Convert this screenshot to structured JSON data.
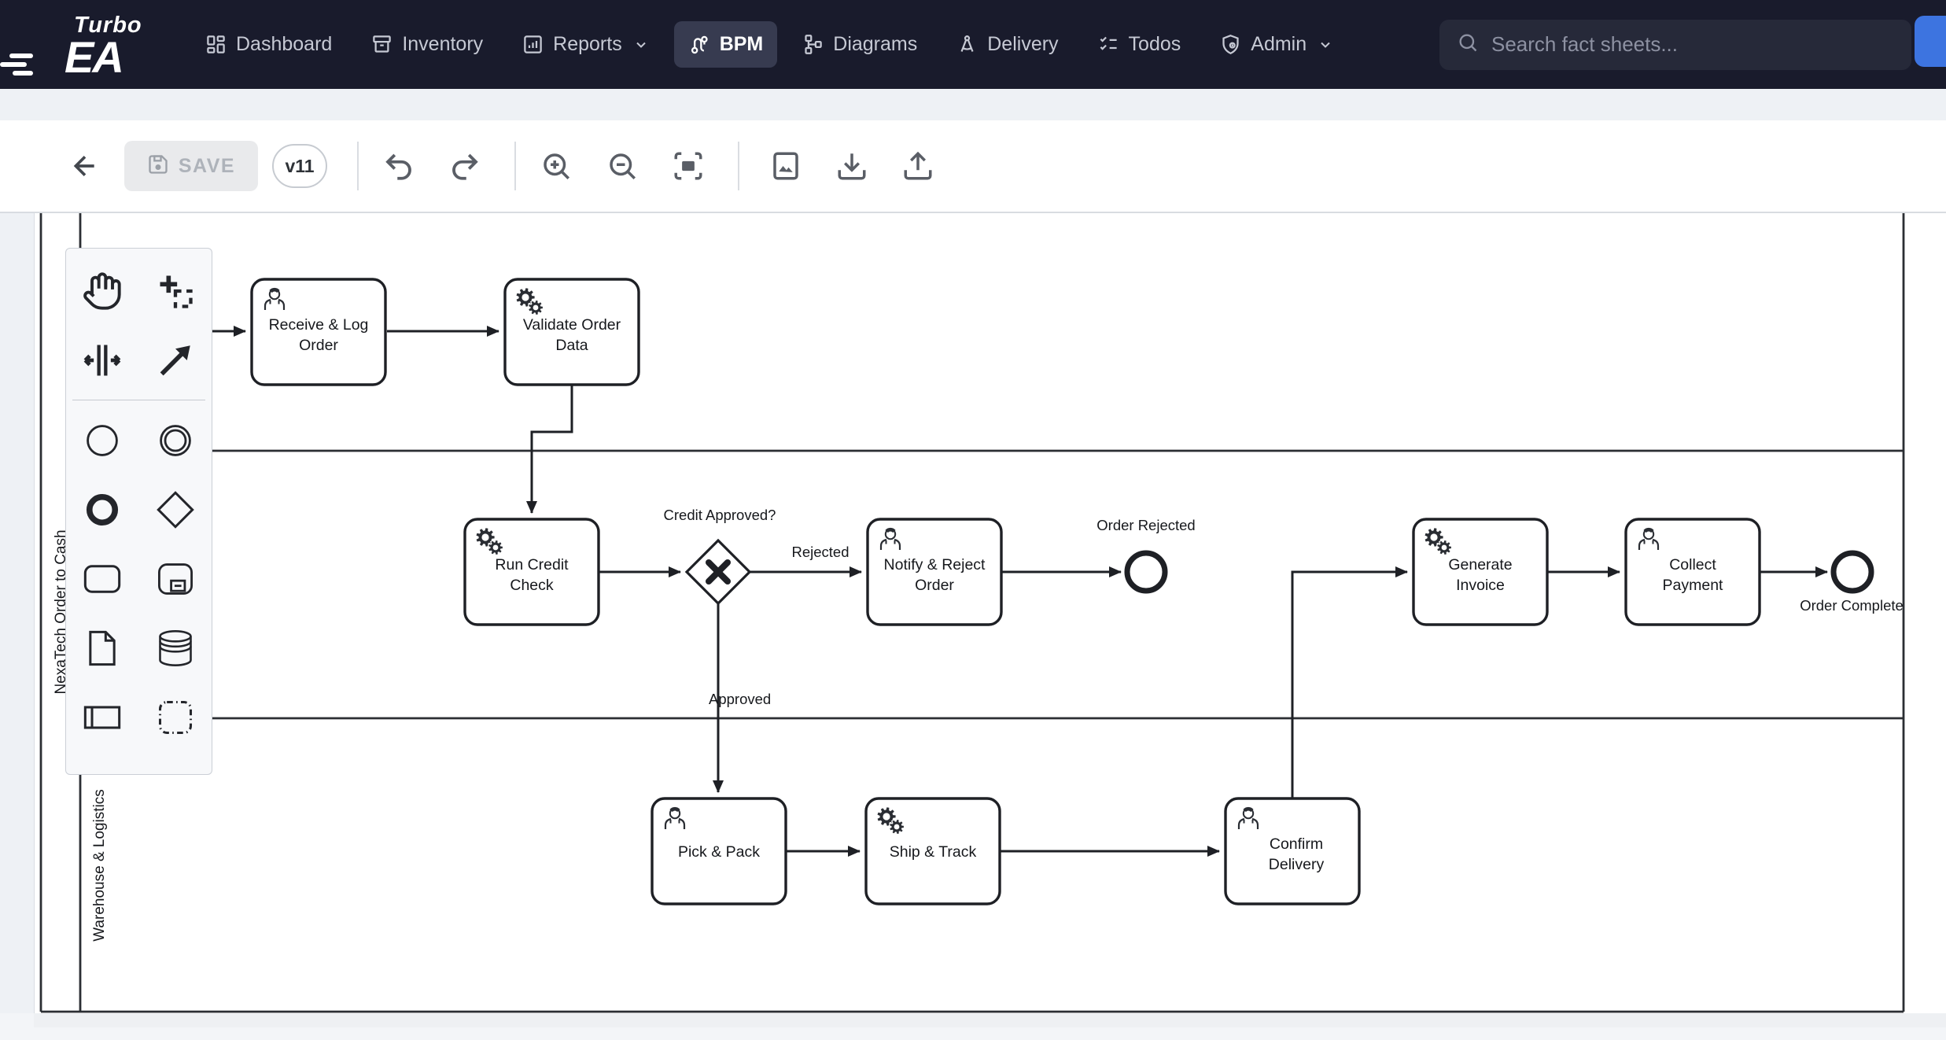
{
  "nav": {
    "brand_top": "Turbo",
    "brand_bottom": "EA",
    "items": [
      {
        "label": "Dashboard",
        "active": false
      },
      {
        "label": "Inventory",
        "active": false
      },
      {
        "label": "Reports",
        "active": false,
        "has_chevron": true
      },
      {
        "label": "BPM",
        "active": true
      },
      {
        "label": "Diagrams",
        "active": false
      },
      {
        "label": "Delivery",
        "active": false
      },
      {
        "label": "Todos",
        "active": false
      },
      {
        "label": "Admin",
        "active": false,
        "has_chevron": true
      }
    ],
    "search_placeholder": "Search fact sheets..."
  },
  "toolbar": {
    "save_label": "SAVE",
    "version_label": "v11"
  },
  "icons": {
    "nav": [
      "dashboard-grid",
      "inventory-box",
      "reports-chart",
      "bpm-flow",
      "diagrams-network",
      "delivery-compass",
      "todos-checklist",
      "admin-shield",
      "search-magnifier"
    ],
    "toolbar": [
      "back-arrow",
      "save-floppy",
      "undo",
      "redo",
      "zoom-in",
      "zoom-out",
      "fit-view",
      "image",
      "download",
      "upload"
    ],
    "palette": [
      "hand-tool",
      "lasso-tool",
      "space-tool",
      "connect-tool",
      "start-event",
      "intermediate-event",
      "end-event",
      "gateway",
      "task",
      "subprocess",
      "data-object",
      "data-store",
      "participant",
      "group"
    ]
  },
  "colors": {
    "navbar_bg": "#191b2c",
    "nav_active_bg": "#373b50",
    "accent_blue": "#3d74e0",
    "page_bg": "#eef1f5",
    "diagram_stroke": "#1e2025"
  },
  "diagram": {
    "pool_label": "NexaTech Order to Cash",
    "lane_label": "Warehouse & Logistics",
    "tasks": {
      "receive": {
        "type": "user",
        "lines": [
          "Receive & Log",
          "Order"
        ]
      },
      "validate": {
        "type": "service",
        "lines": [
          "Validate Order",
          "Data"
        ]
      },
      "credit": {
        "type": "service",
        "lines": [
          "Run Credit",
          "Check"
        ]
      },
      "notify": {
        "type": "user",
        "lines": [
          "Notify & Reject",
          "Order"
        ]
      },
      "invoice": {
        "type": "service",
        "lines": [
          "Generate",
          "Invoice"
        ]
      },
      "collect": {
        "type": "user",
        "lines": [
          "Collect",
          "Payment"
        ]
      },
      "pick": {
        "type": "user",
        "lines": [
          "Pick & Pack"
        ]
      },
      "ship": {
        "type": "service",
        "lines": [
          "Ship & Track"
        ]
      },
      "confirm": {
        "type": "user",
        "lines": [
          "Confirm",
          "Delivery"
        ]
      }
    },
    "labels": {
      "gateway_question": "Credit Approved?",
      "rejected": "Rejected",
      "approved": "Approved",
      "order_rejected": "Order Rejected",
      "order_complete": "Order Complete"
    }
  }
}
